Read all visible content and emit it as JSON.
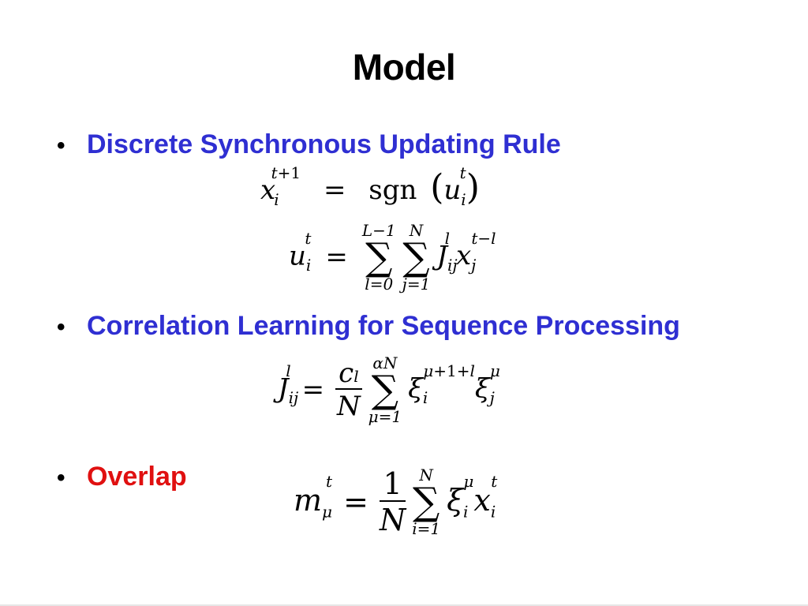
{
  "slide": {
    "title": "Model",
    "bullets": [
      {
        "text": "Discrete Synchronous Updating Rule",
        "color": "#2f2fd2"
      },
      {
        "text": "Correlation Learning for Sequence Processing",
        "color": "#2f2fd2"
      },
      {
        "text": "Overlap",
        "color": "#e01010"
      }
    ],
    "bullet_glyph": "•"
  }
}
